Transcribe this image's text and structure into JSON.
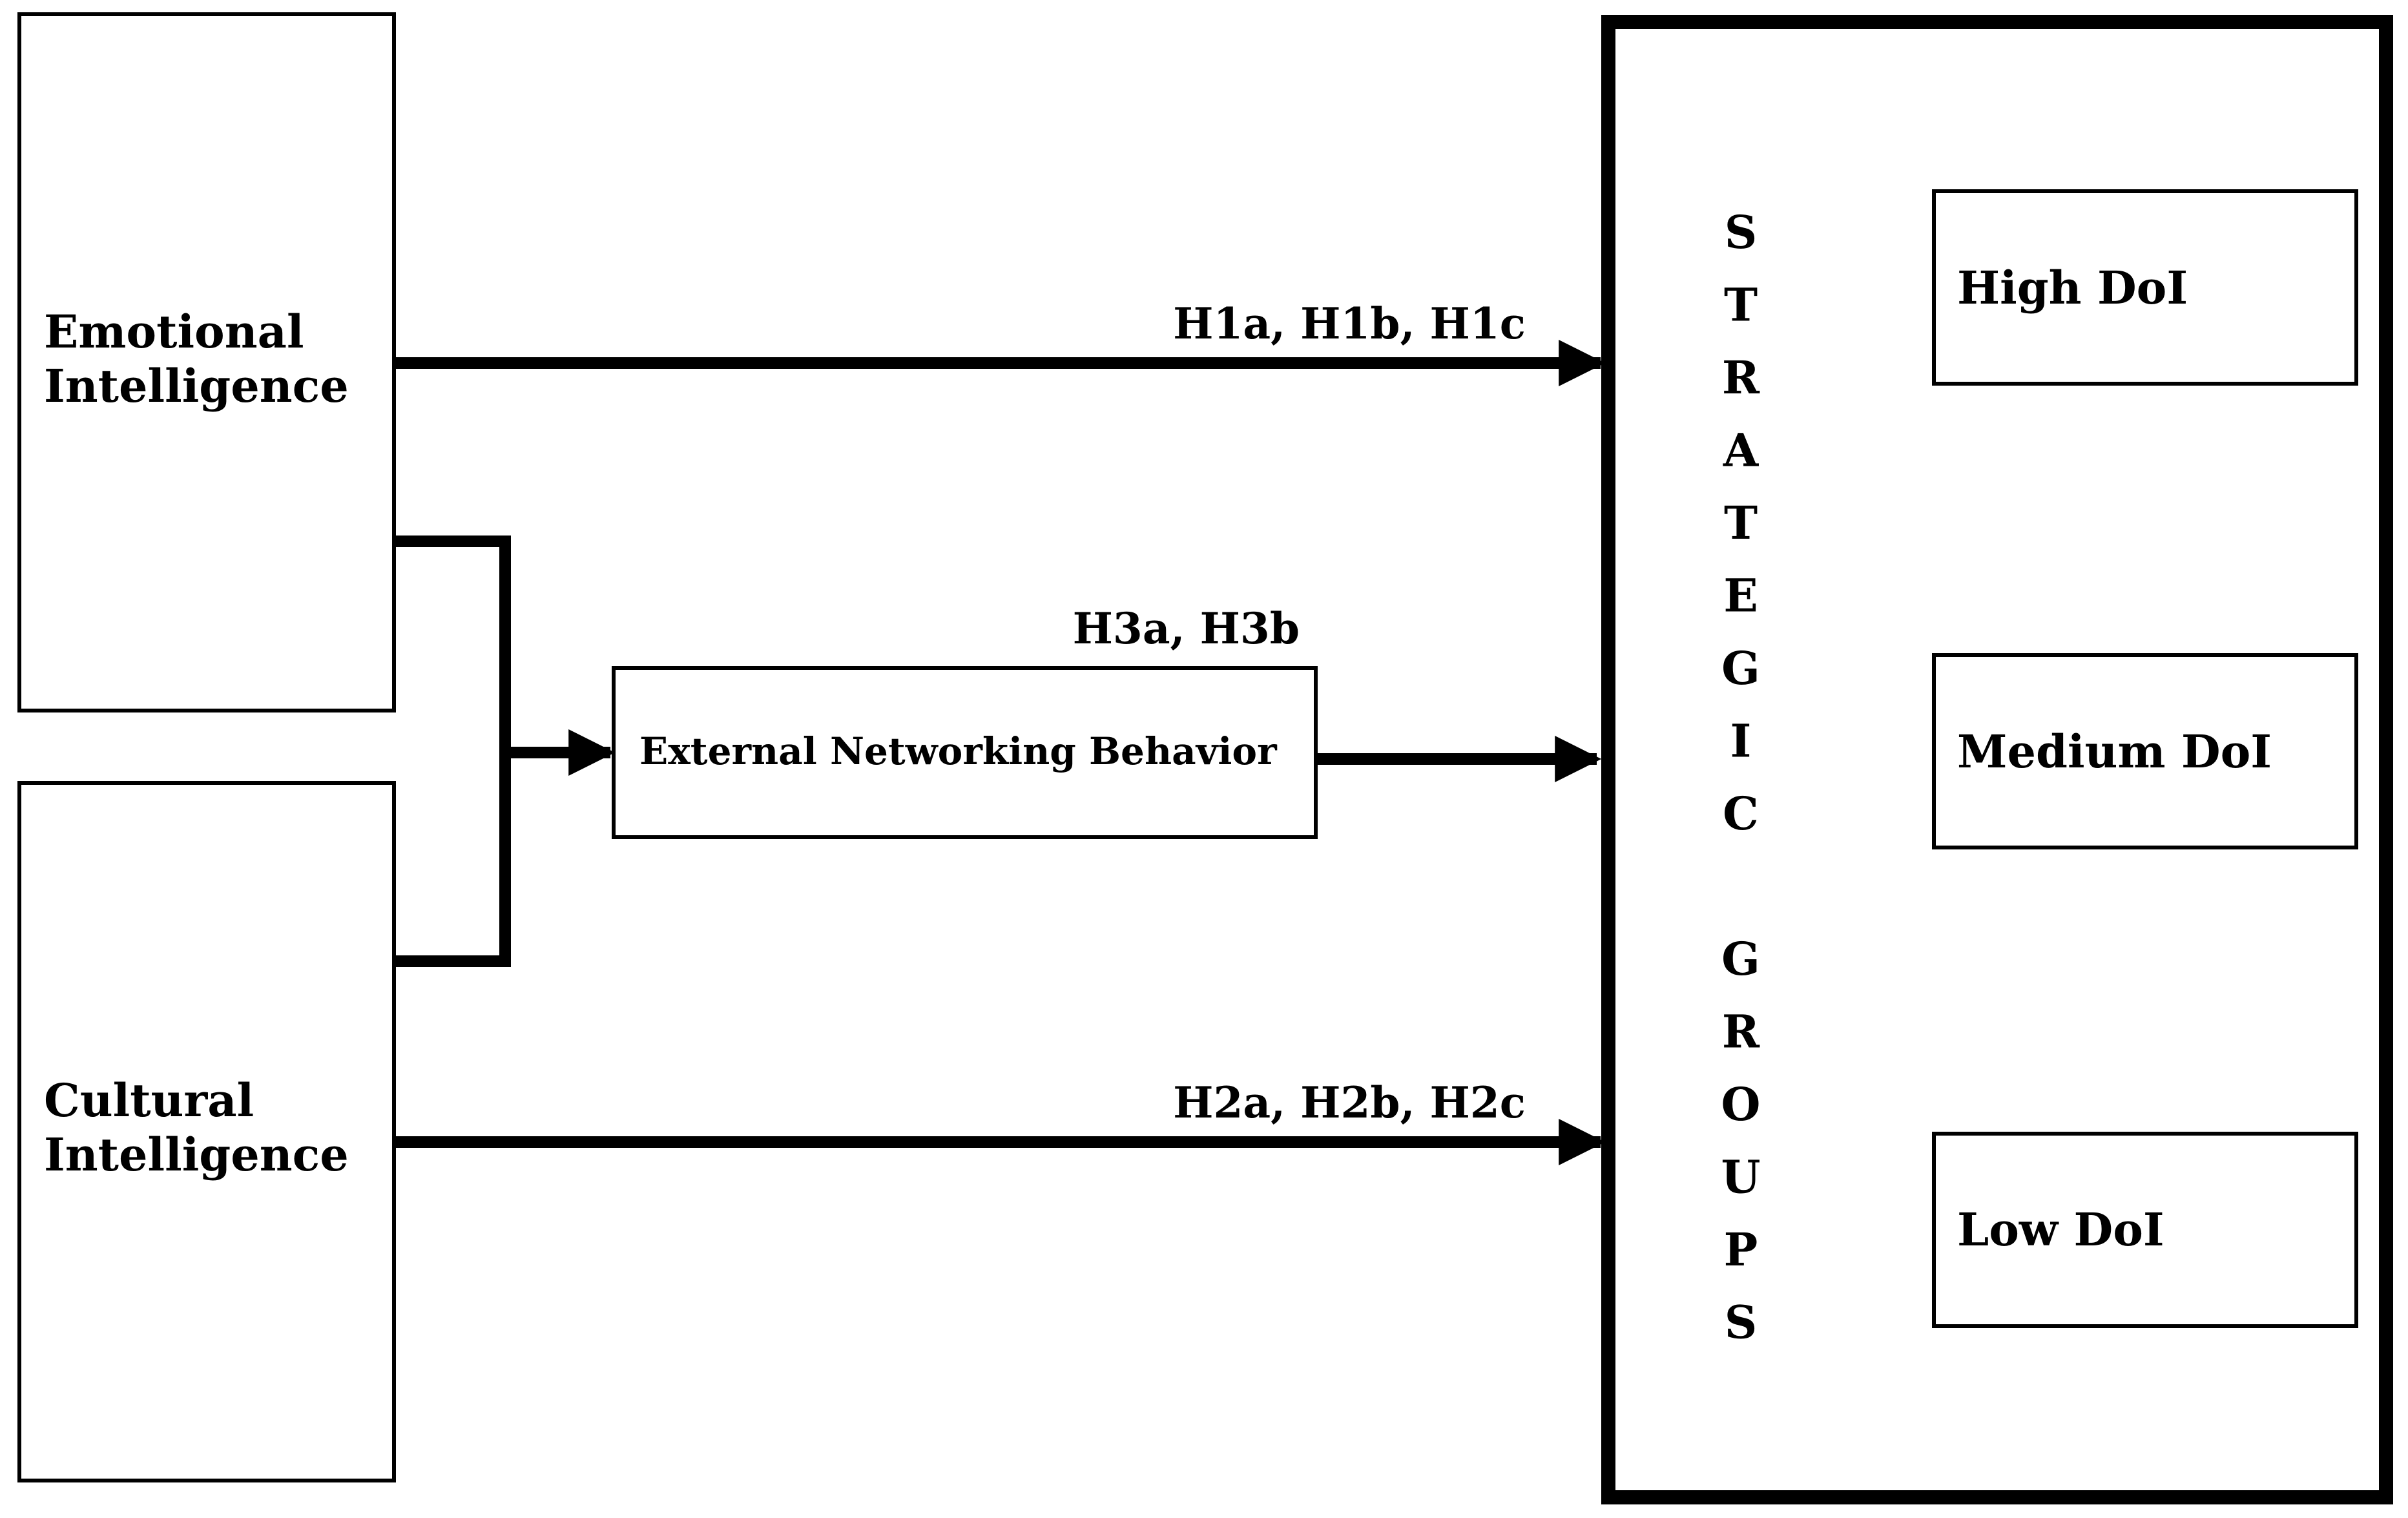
{
  "boxes": {
    "emotional": [
      "Emotional",
      "Intelligence"
    ],
    "cultural": [
      "Cultural",
      "Intelligence"
    ],
    "external": "External Networking Behavior",
    "high": "High DoI",
    "medium": "Medium DoI",
    "low": "Low DoI"
  },
  "hypotheses": {
    "h1": "H1a, H1b, H1c",
    "h2": "H2a, H2b, H2c",
    "h3": "H3a, H3b"
  },
  "strategic_groups_letters": [
    "S",
    "T",
    "R",
    "A",
    "T",
    "E",
    "G",
    "I",
    "C",
    "",
    "G",
    "R",
    "O",
    "U",
    "P",
    "S"
  ],
  "colors": {
    "stroke": "#000000",
    "fill": "#ffffff"
  }
}
